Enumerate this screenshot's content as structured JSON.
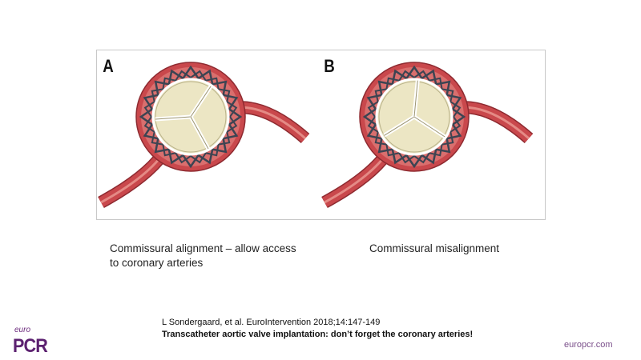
{
  "figure": {
    "panels": [
      {
        "label": "A",
        "caption_lines": [
          "Commissural alignment – allow access",
          "to coronary arteries"
        ],
        "commissure_rotation_deg": 0
      },
      {
        "label": "B",
        "caption_lines": [
          "Commissural misalignment"
        ],
        "commissure_rotation_deg": -28
      }
    ]
  },
  "citation": {
    "authors": "L Sondergaard, et al. EuroIntervention 2018;14:147-149",
    "title": "Transcatheter aortic valve implantation: don’t forget the coronary arteries!"
  },
  "footer": {
    "logo_small": "euro",
    "logo_main": "PCR",
    "website": "europcr.com"
  },
  "colors": {
    "vessel": "#c9484c",
    "vessel_light": "#e48a85",
    "stent": "#3c4452",
    "valve": "#ece6c4",
    "brand": "#5c2170"
  }
}
